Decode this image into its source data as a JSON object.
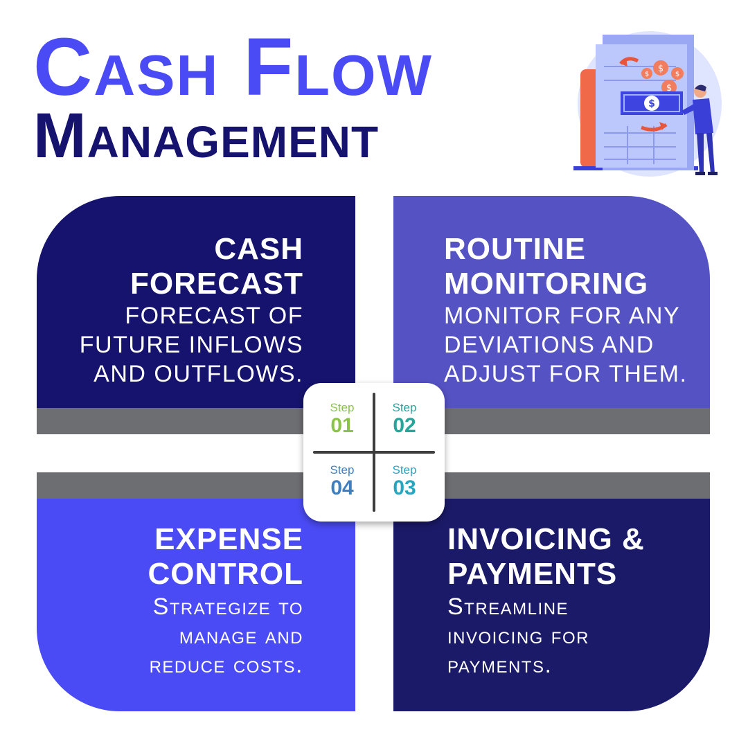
{
  "header": {
    "title_line1": "Cash Flow",
    "title_line2": "Management"
  },
  "illustration": {
    "icon": "cash-flow-illustration",
    "currency_symbol": "$"
  },
  "quadrants": [
    {
      "title_l1": "CASH",
      "title_l2": "FORECAST",
      "desc_l1": "FORECAST OF",
      "desc_l2": "FUTURE INFLOWS",
      "desc_l3": "AND OUTFLOWS.",
      "color": "#15136d"
    },
    {
      "title_l1": "ROUTINE",
      "title_l2": "MONITORING",
      "desc_l1": "MONITOR FOR ANY",
      "desc_l2": "DEVIATIONS AND",
      "desc_l3": "ADJUST FOR THEM.",
      "color": "#5552c4"
    },
    {
      "title_l1": "EXPENSE",
      "title_l2": "CONTROL",
      "desc_l1": "Strategize to",
      "desc_l2": "manage and",
      "desc_l3": "reduce costs.",
      "color": "#4b4bf5"
    },
    {
      "title_l1": "INVOICING &",
      "title_l2": "PAYMENTS",
      "desc_l1": "Streamline",
      "desc_l2": "invoicing for",
      "desc_l3": "payments.",
      "color": "#1b1a68"
    }
  ],
  "steps": [
    {
      "label": "Step",
      "number": "01",
      "color": "#8bc34a"
    },
    {
      "label": "Step",
      "number": "02",
      "color": "#26a69a"
    },
    {
      "label": "Step",
      "number": "03",
      "color": "#26a6c0"
    },
    {
      "label": "Step",
      "number": "04",
      "color": "#3f7fc0"
    }
  ]
}
